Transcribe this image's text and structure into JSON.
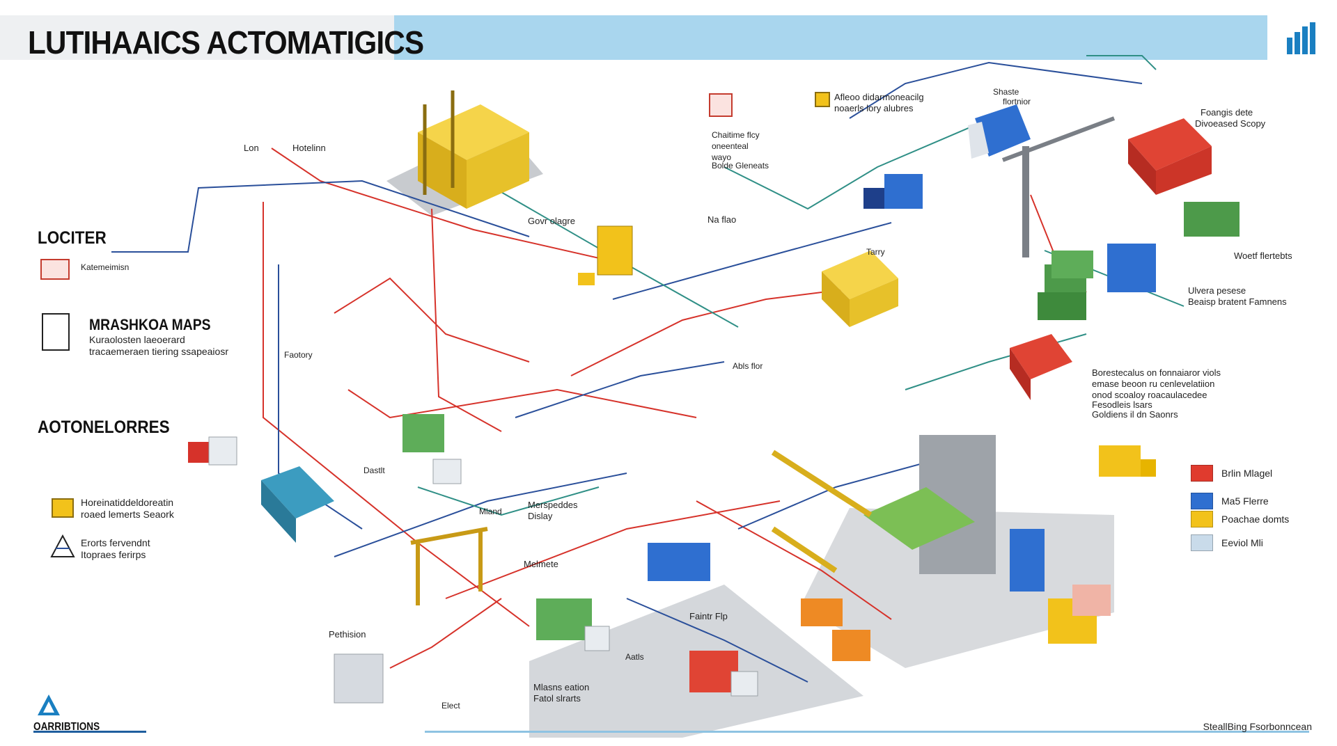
{
  "header": {
    "title": "LUTIHAAICS ACTOMATIGICS"
  },
  "left_panel": {
    "locater": "LOCITER",
    "locater_text": "Katemeimisn",
    "mrashka": "MRASHKOA MAPS",
    "mrashka_line1": "Kuraolosten laeoerard",
    "mrashka_line2": "tracaemeraen tiering ssapeaiosr",
    "autonelores": "AOTONELORRES",
    "item1_line1": "Horeinatiddeldoreatin",
    "item1_line2": "roaed lemerts Seaork",
    "item2_line1": "Erorts fervendnt",
    "item2_line2": "Itopraes ferirps"
  },
  "labels": {
    "lon": "Lon",
    "hotelinn": "Hotelinn",
    "govr_olagre": "Govr olagre",
    "factory": "Faotory",
    "dastlt": "Dastlt",
    "mland": "Mland",
    "merspeddes": "Merspeddes",
    "dislay": "Dislay",
    "melmete": "Melmete",
    "petlision": "Pethision",
    "elect": "Elect",
    "mlasns_eation": "Mlasns eation",
    "fatol_slrarts": "Fatol slrarts",
    "faintr_flp": "Faintr Flp",
    "aatls": "Aatls",
    "abls_flor": "Abls flor",
    "na_flao": "Na flao",
    "chaitime_flcy": "Chaitime flcy",
    "chaitime_2": "oneenteal",
    "chaitime_3": "wayo",
    "chaitime_4": "Bolde Gleneats",
    "afleoo_1": "Afleoo didarmoneacilg",
    "afleoo_2": "noaerls lory alubres",
    "shaste_1": "Shaste",
    "shaste_2": "flortnior",
    "foangis_1": "Foangis dete",
    "foangis_2": "Divoeased Scopy",
    "woetf": "Woetf flertebts",
    "ulvera_1": "Ulvera pesese",
    "ulvera_2": "Beaisp bratent Famnens",
    "bores_1": "Borestecalus on fonnaiaror viols",
    "bores_2": "emase beoon ru cenlevelatiion",
    "bores_3": "onod scoaloy roacaulacedee",
    "bores_4": "Fesodleis lsars",
    "bores_5": "Goldiens il dn Saonrs",
    "tarry": "Tarry"
  },
  "legend": [
    {
      "label": "Brlin Mlagel",
      "color": "#e03b2e"
    },
    {
      "label": "Ma5 Flerre",
      "color": "#2f6fd0"
    },
    {
      "label": "Poachae domts",
      "color": "#f2c21b"
    },
    {
      "label": "Eeviol Mli",
      "color": "#c9dbea"
    }
  ],
  "footer": {
    "left": "OARRIBTIONS",
    "right": "SteallBing Fsorbonncean"
  },
  "colors": {
    "accent_blue": "#a9d6ee",
    "route_red": "#d6322a",
    "route_blue": "#2a4f9a",
    "route_teal": "#2f8f86",
    "container_yellow": "#f2c21b",
    "container_green": "#4d9a4a",
    "container_blue": "#2f6fd0",
    "container_red": "#d6322a"
  }
}
